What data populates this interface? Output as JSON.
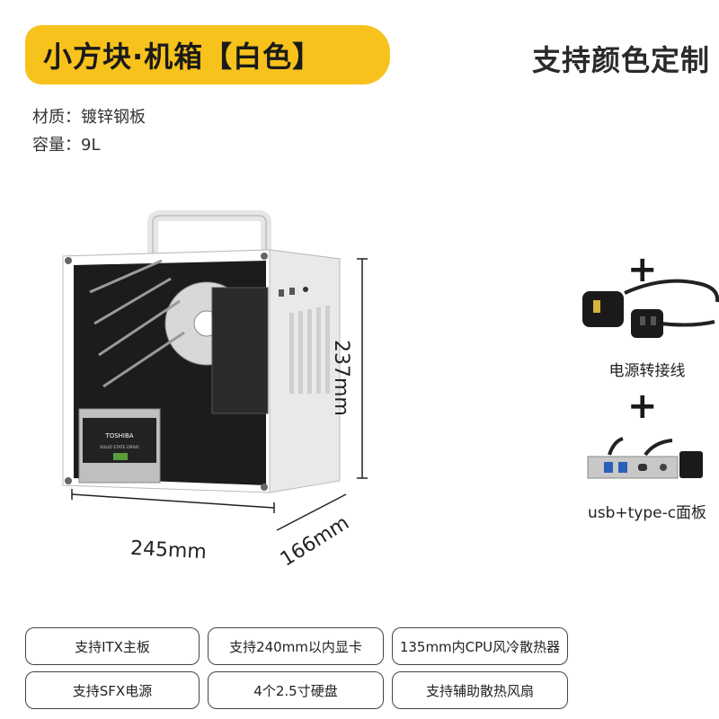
{
  "header": {
    "title": "小方块·机箱【白色】",
    "custom": "支持颜色定制"
  },
  "specs": [
    {
      "label": "材质：",
      "value": "镀锌钢板"
    },
    {
      "label": "容量：",
      "value": "9L"
    }
  ],
  "dimensions": {
    "width": "245mm",
    "depth": "166mm",
    "height": "237mm"
  },
  "ssd_brand": {
    "brand": "TOSHIBA",
    "sub": "SOLID STATE DRIVE"
  },
  "accessories": [
    {
      "label": "电源转接线",
      "icon": "power-cable-icon"
    },
    {
      "label": "usb+type-c面板",
      "icon": "usb-panel-icon"
    }
  ],
  "plus_sign": "+",
  "features": [
    "支持ITX主板",
    "支持240mm以内显卡",
    "135mm内CPU风冷散热器",
    "支持SFX电源",
    "4个2.5寸硬盘",
    "支持辅助散热风扇"
  ],
  "colors": {
    "accent": "#f7c21c",
    "case": "#e8e8e8"
  }
}
